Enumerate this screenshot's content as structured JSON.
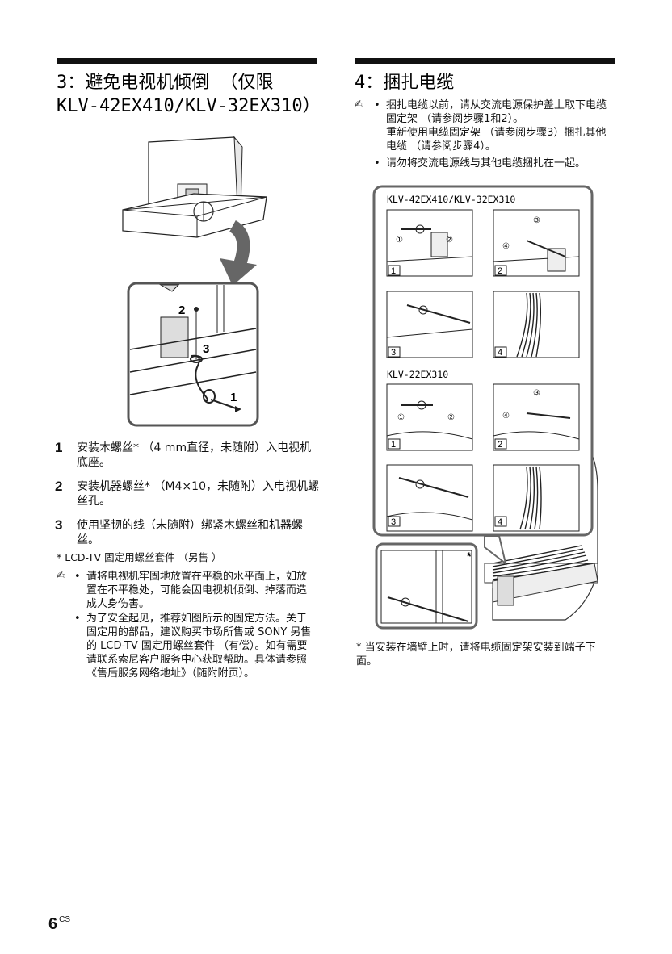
{
  "left": {
    "heading_line1": "3：避免电视机倾倒 （仅限",
    "heading_line2": "KLV-42EX410/KLV-32EX310）",
    "callouts": [
      "2",
      "3",
      "1"
    ],
    "steps": [
      {
        "num": "1",
        "text": "安装木螺丝* （4 mm直径，未随附）入电视机底座。"
      },
      {
        "num": "2",
        "text": "安装机器螺丝* （M4×10，未随附）入电视机螺丝孔。"
      },
      {
        "num": "3",
        "text": "使用坚韧的线（未随附）绑紧木螺丝和机器螺丝。"
      }
    ],
    "footnote": "* LCD-TV 固定用螺丝套件 （另售 ）",
    "notes": [
      "请将电视机牢固地放置在平稳的水平面上，如放置在不平稳处，可能会因电视机倾倒、掉落而造成人身伤害。",
      "为了安全起见，推荐如图所示的固定方法。关于固定用的部品，建议购买市场所售或 SONY 另售的 LCD-TV 固定用螺丝套件 （有偿）。如有需要请联系索尼客户服务中心获取帮助。具体请参照《售后服务网络地址》（随附附页）。"
    ]
  },
  "right": {
    "heading": "4：捆扎电缆",
    "notes": [
      "捆扎电缆以前，请从交流电源保护盖上取下电缆固定架 （请参阅步骤1和2）。",
      "重新使用电缆固定架 （请参阅步骤3）捆扎其他电缆 （请参阅步骤4）。",
      "请勿将交流电源线与其他电缆捆扎在一起。"
    ],
    "model_label_1": "KLV-42EX410/KLV-32EX310",
    "model_label_2": "KLV-22EX310",
    "panel_numbers": [
      "1",
      "2",
      "3",
      "4"
    ],
    "circled": [
      "①",
      "②",
      "③",
      "④"
    ],
    "asterisk": "*",
    "footnote": "* 当安装在墙壁上时，请将电缆固定架安装到端子下面。"
  },
  "page": {
    "number": "6",
    "suffix": "CS"
  }
}
